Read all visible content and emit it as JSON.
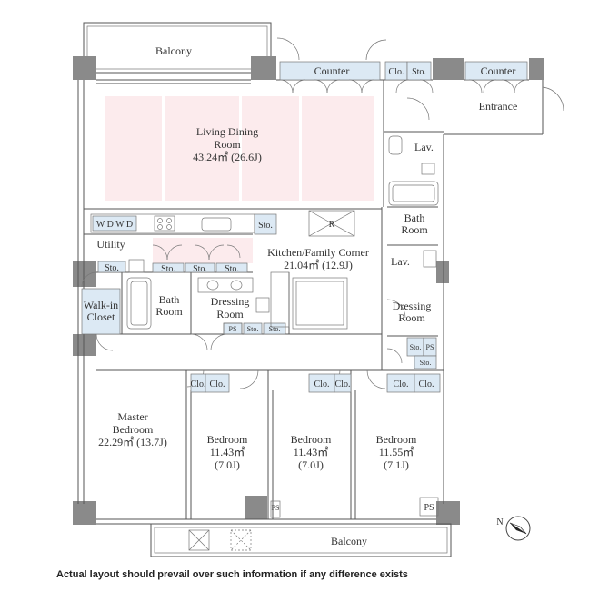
{
  "rooms": {
    "balcony_top": "Balcony",
    "counter_left": "Counter",
    "clo_top": "Clo.",
    "sto_top": "Sto.",
    "counter_right": "Counter",
    "entrance": "Entrance",
    "ldr_name": "Living Dining",
    "ldr_name2": "Room",
    "ldr_area": "43.24㎡ (26.6J)",
    "lav_top": "Lav.",
    "bath_right": "Bath",
    "bath_right2": "Room",
    "wdwd": "W D W D",
    "sto_kitchen": "Sto.",
    "fridge": "R",
    "utility": "Utility",
    "sto_utility": "Sto.",
    "sto_a": "Sto.",
    "sto_b": "Sto.",
    "sto_c": "Sto.",
    "kitchen_name": "Kitchen/Family Corner",
    "kitchen_area": "21.04㎡ (12.9J)",
    "lav_right": "Lav.",
    "walkin": "Walk-in",
    "walkin2": "Closet",
    "bath_left": "Bath",
    "bath_left2": "Room",
    "dressing_left": "Dressing",
    "dressing_left2": "Room",
    "ps_mid": "PS",
    "sto_d": "Sto.",
    "sto_e": "Sto.",
    "dressing_right": "Dressing",
    "dressing_right2": "Room",
    "sto_f": "Sto.",
    "sto_g": "Sto.",
    "ps_side": "PS",
    "clo_b1a": "Clo.",
    "clo_b1b": "Clo.",
    "clo_b2a": "Clo.",
    "clo_b2b": "Clo.",
    "clo_b3a": "Clo.",
    "clo_b3b": "Clo.",
    "master_name": "Master",
    "master_name2": "Bedroom",
    "master_area": "22.29㎡ (13.7J)",
    "bed1_name": "Bedroom",
    "bed1_area": "11.43㎡",
    "bed1_j": "(7.0J)",
    "bed2_name": "Bedroom",
    "bed2_area": "11.43㎡",
    "bed2_j": "(7.0J)",
    "bed3_name": "Bedroom",
    "bed3_area": "11.55㎡",
    "bed3_j": "(7.1J)",
    "ps_bottom_left": "PS",
    "ps_bottom_right": "PS",
    "balcony_bottom": "Balcony"
  },
  "compass_label": "N",
  "disclaimer": "Actual layout should prevail over such information if any difference exists"
}
